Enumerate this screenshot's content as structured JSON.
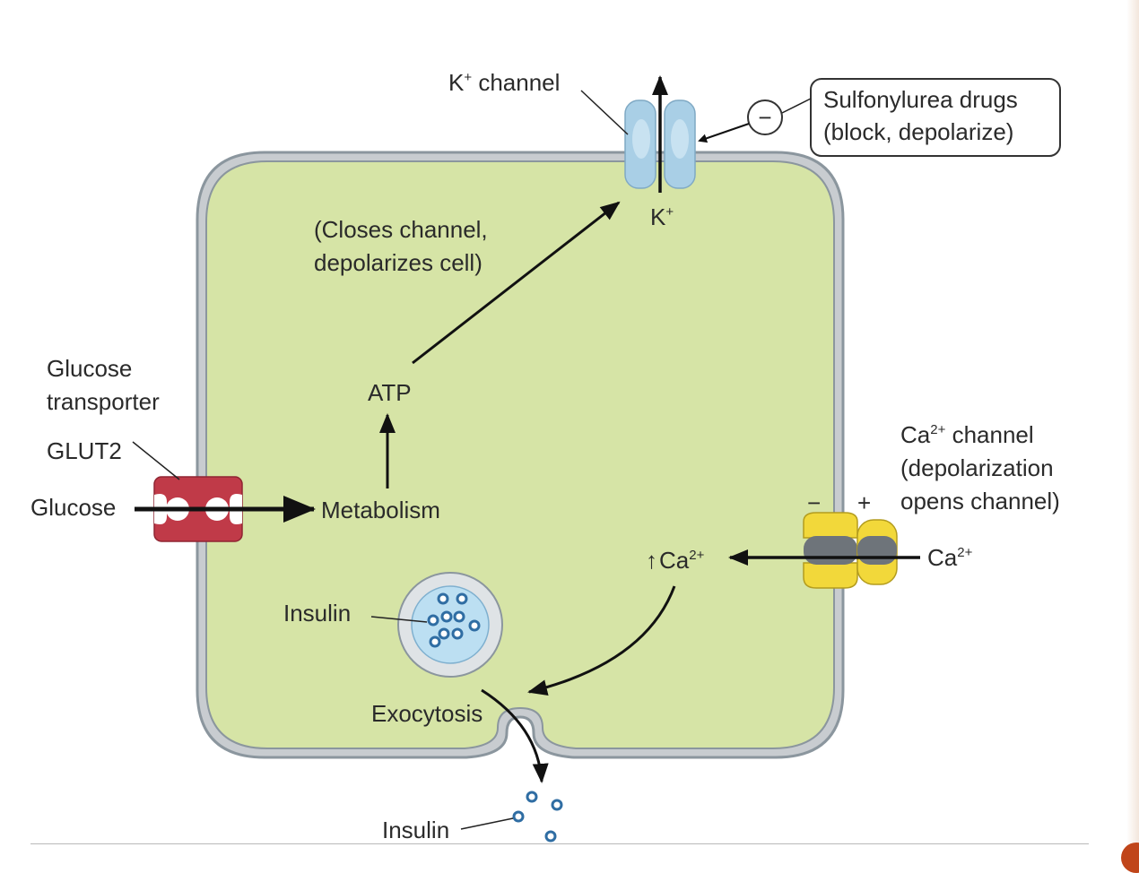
{
  "labels": {
    "k_channel": "K",
    "k_channel_sup": "+",
    "k_channel_word": " channel",
    "k_ion": "K",
    "k_ion_sup": "+",
    "sulfonylurea_line1": "Sulfonylurea drugs",
    "sulfonylurea_line2": "(block, depolarize)",
    "minus_sign": "−",
    "closes_line1": "(Closes channel,",
    "closes_line2": "depolarizes cell)",
    "atp": "ATP",
    "metabolism": "Metabolism",
    "glucose_transporter_line1": "Glucose",
    "glucose_transporter_line2": "transporter",
    "glut2": "GLUT2",
    "glucose": "Glucose",
    "ca_channel_prefix": "Ca",
    "ca_channel_sup": "2+",
    "ca_channel_word": " channel",
    "ca_channel_line2": "(depolarization",
    "ca_channel_line3": "opens channel)",
    "membrane_minus": "−",
    "membrane_plus": "+",
    "ca_outside": "Ca",
    "ca_outside_sup": "2+",
    "ca_inside_arrow": "↑",
    "ca_inside": "Ca",
    "ca_inside_sup": "2+",
    "insulin_vesicle": "Insulin",
    "exocytosis": "Exocytosis",
    "insulin_released": "Insulin"
  },
  "colors": {
    "cell_fill": "#d6e4a6",
    "membrane": "#8b969e",
    "k_channel": "#a9cfe6",
    "glut2": "#c03a48",
    "ca_channel": "#f2d83a",
    "vesicle": "#bcdff2",
    "granule": "#2f6da3"
  }
}
